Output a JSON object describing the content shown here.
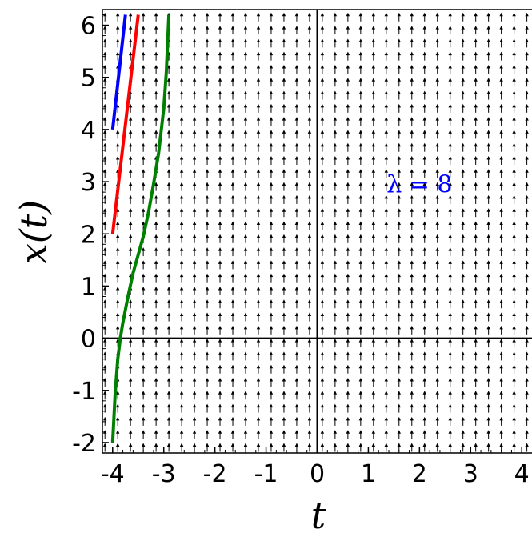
{
  "chart_data": {
    "type": "line",
    "title": "",
    "xlabel": "t",
    "ylabel": "x(t)",
    "xlim": [
      -4.2,
      4.2
    ],
    "ylim": [
      -2.2,
      6.3
    ],
    "x_ticks": [
      -4,
      -3,
      -2,
      -1,
      0,
      1,
      2,
      3,
      4
    ],
    "y_ticks": [
      -2,
      -1,
      0,
      1,
      2,
      3,
      4,
      5,
      6
    ],
    "x_tick_labels": [
      "-4",
      "-3",
      "-2",
      "-1",
      "0",
      "1",
      "2",
      "3",
      "4"
    ],
    "y_tick_labels": [
      "-2",
      "-1",
      "0",
      "1",
      "2",
      "3",
      "4",
      "5",
      "6"
    ],
    "grid": false,
    "direction_field": {
      "description_units": "slope dx/dt = λ",
      "lambda": 8,
      "t_step": 0.25,
      "x_step": 0.25
    },
    "annotation": {
      "text": "λ = 8",
      "x": 2.0,
      "y": 2.95,
      "color": "#0000ff"
    },
    "series": [
      {
        "color": "#0000ff",
        "x": [
          -4.0,
          -3.75
        ],
        "y": [
          4.0,
          6.2
        ]
      },
      {
        "color": "#ff0000",
        "x": [
          -4.0,
          -3.5
        ],
        "y": [
          2.0,
          6.2
        ]
      },
      {
        "color": "#008000",
        "x": [
          -4.0,
          -3.95,
          -3.9,
          -3.85,
          -3.8,
          -3.7,
          -3.6,
          -3.5,
          -3.4,
          -3.3,
          -3.2,
          -3.1,
          -3.0,
          -2.95,
          -2.9
        ],
        "y": [
          -2.0,
          -1.05,
          -0.4,
          0.0,
          0.3,
          0.8,
          1.25,
          1.6,
          1.95,
          2.4,
          2.95,
          3.55,
          4.4,
          5.1,
          6.2
        ]
      }
    ]
  }
}
